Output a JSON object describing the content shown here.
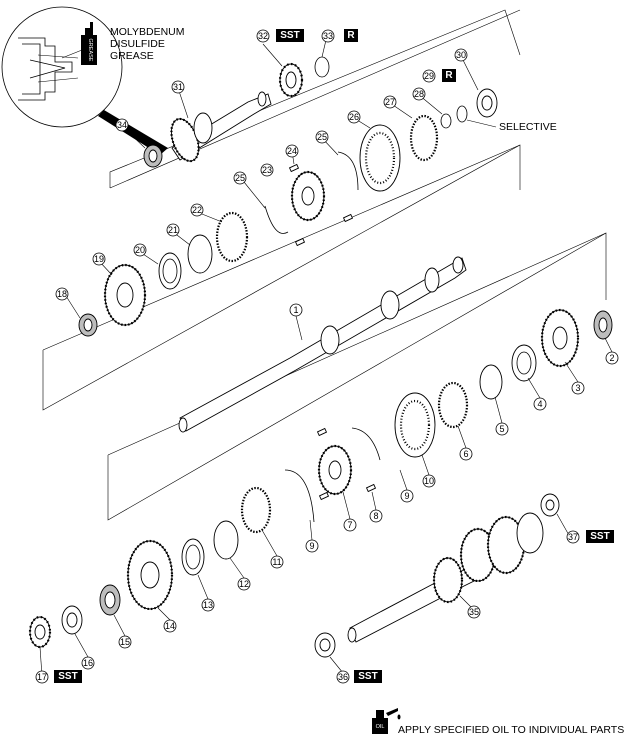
{
  "inset": {
    "grease_label": [
      "MOLYBDENUM",
      "DISULFIDE",
      "GREASE"
    ],
    "can_text": "GREASE"
  },
  "tags": {
    "sst": "SST",
    "r": "R"
  },
  "selective_label": "SELECTIVE",
  "note": {
    "text": "APPLY SPECIFIED OIL TO INDIVIDUAL PARTS",
    "icon_text": "OIL"
  },
  "callouts": [
    "1",
    "2",
    "3",
    "4",
    "5",
    "6",
    "7",
    "8",
    "9",
    "9",
    "10",
    "11",
    "12",
    "13",
    "14",
    "15",
    "16",
    "17",
    "18",
    "19",
    "20",
    "21",
    "22",
    "23",
    "24",
    "25",
    "25",
    "26",
    "27",
    "28",
    "29",
    "30",
    "31",
    "32",
    "33",
    "34",
    "35",
    "36",
    "37"
  ]
}
